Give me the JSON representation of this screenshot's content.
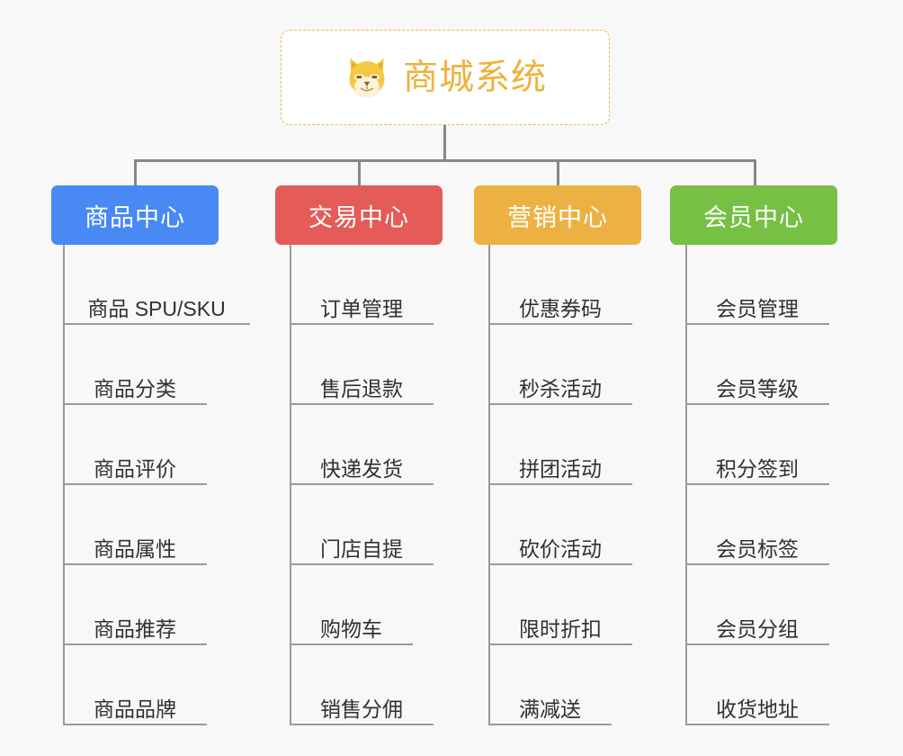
{
  "root": {
    "title": "商城系统",
    "icon": "shiba-dog-icon",
    "text_color": "#f0b13c",
    "border_color": "#e8b75c",
    "background": "#ffffff"
  },
  "canvas": {
    "background": "#f8f8f8",
    "connector_color": "#878787",
    "leaf_line_color": "#9a9a9a",
    "leaf_text_color": "#2f3134"
  },
  "categories": [
    {
      "label": "商品中心",
      "color": "#4889f4",
      "leaves": [
        "商品 SPU/SKU",
        "商品分类",
        "商品评价",
        "商品属性",
        "商品推荐",
        "商品品牌"
      ]
    },
    {
      "label": "交易中心",
      "color": "#e55b58",
      "leaves": [
        "订单管理",
        "售后退款",
        "快递发货",
        "门店自提",
        "购物车",
        "销售分佣"
      ]
    },
    {
      "label": "营销中心",
      "color": "#edb143",
      "leaves": [
        "优惠券码",
        "秒杀活动",
        "拼团活动",
        "砍价活动",
        "限时折扣",
        "满减送"
      ]
    },
    {
      "label": "会员中心",
      "color": "#76c043",
      "leaves": [
        "会员管理",
        "会员等级",
        "积分签到",
        "会员标签",
        "会员分组",
        "收货地址"
      ]
    }
  ]
}
